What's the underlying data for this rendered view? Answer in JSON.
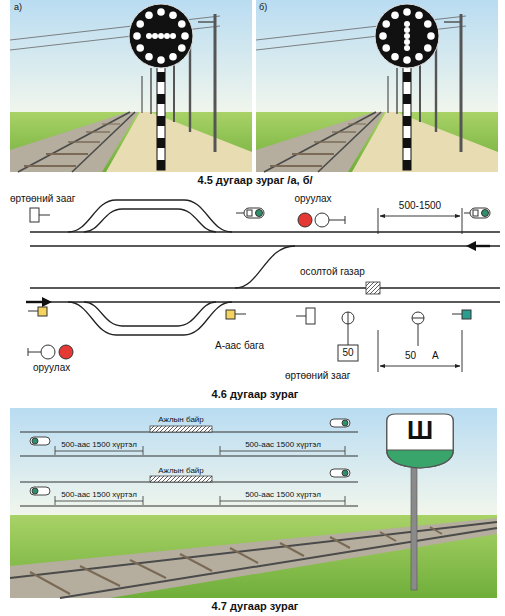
{
  "diagram": {
    "nodes": [
      {
        "text": [
          "Ш"
        ]
      }
    ],
    "labels": [
      "а)",
      "б)",
      "4.5 дугаар зураг /а, б/",
      "өртөөний зааг",
      "оруулах",
      "500-1500",
      "осолтой газар",
      "оруулах",
      "А-аас бага",
      "өртөөний зааг",
      "50",
      "50",
      "А",
      "4.6 дугаар зураг",
      "Ажлын байр",
      "500-аас 1500 хүртэл",
      "500-аас 1500 хүртэл",
      "Ажлын байр",
      "500-аас 1500 хүртэл",
      "500-аас 1500 хүртэл",
      "4.7 дугаар зураг"
    ]
  }
}
